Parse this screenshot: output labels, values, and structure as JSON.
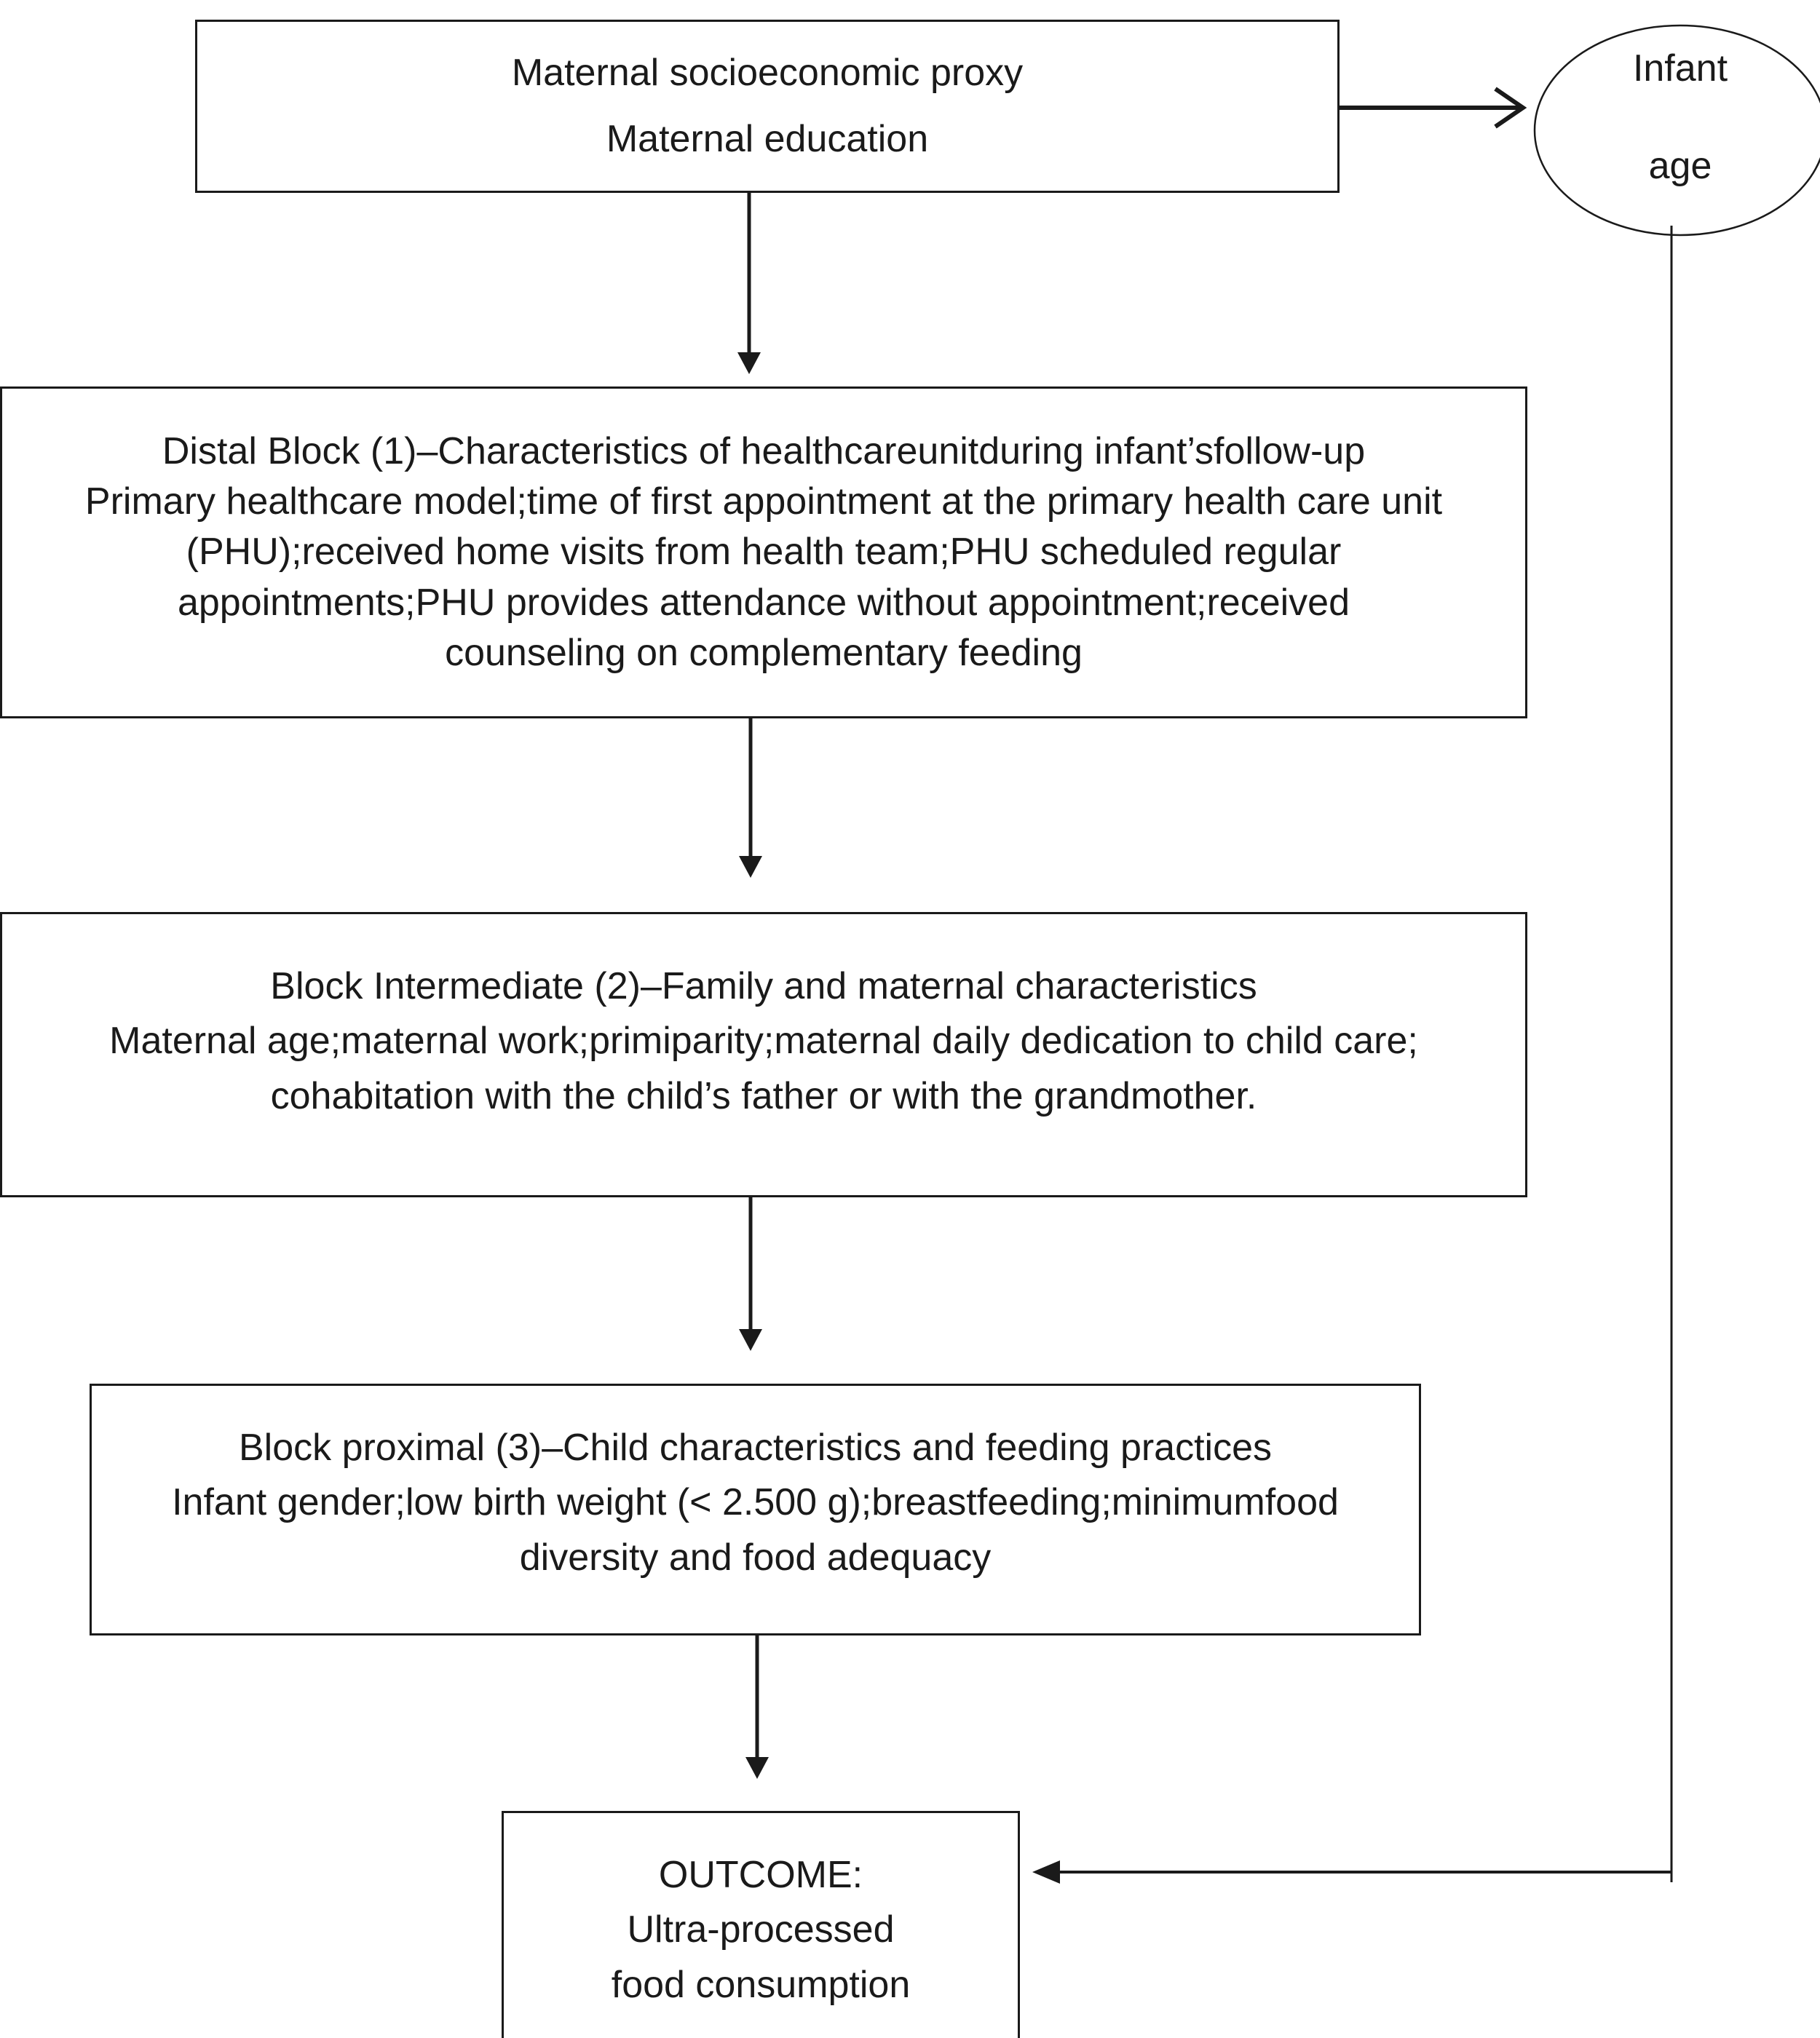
{
  "maternal_box": {
    "line1": "Maternal socioeconomic proxy",
    "line2": "Maternal education"
  },
  "infant_age": {
    "line1": "Infant",
    "line2": "age"
  },
  "distal_block": {
    "title": "Distal Block (1)–Characteristics of healthcareunitduring infant’sfollow-up",
    "lines": [
      "Primary healthcare model;time of first appointment at the primary health care unit",
      "(PHU);received home visits from health team;PHU scheduled regular",
      "appointments;PHU provides attendance without appointment;received",
      "counseling on complementary feeding"
    ]
  },
  "intermediate_block": {
    "title": "Block Intermediate (2)–Family and maternal characteristics",
    "lines": [
      "Maternal age;maternal work;primiparity;maternal daily dedication to child care;",
      "cohabitation with the child’s father or with the grandmother."
    ]
  },
  "proximal_block": {
    "title": "Block proximal (3)–Child characteristics and feeding practices",
    "lines": [
      "Infant gender;low birth weight (< 2.500 g);breastfeeding;minimumfood",
      "diversity and food adequacy"
    ]
  },
  "outcome": {
    "lines": [
      "OUTCOME:",
      "Ultra-processed",
      "food consumption"
    ]
  },
  "colors": {
    "stroke": "#1a1a1a",
    "background": "#ffffff"
  }
}
